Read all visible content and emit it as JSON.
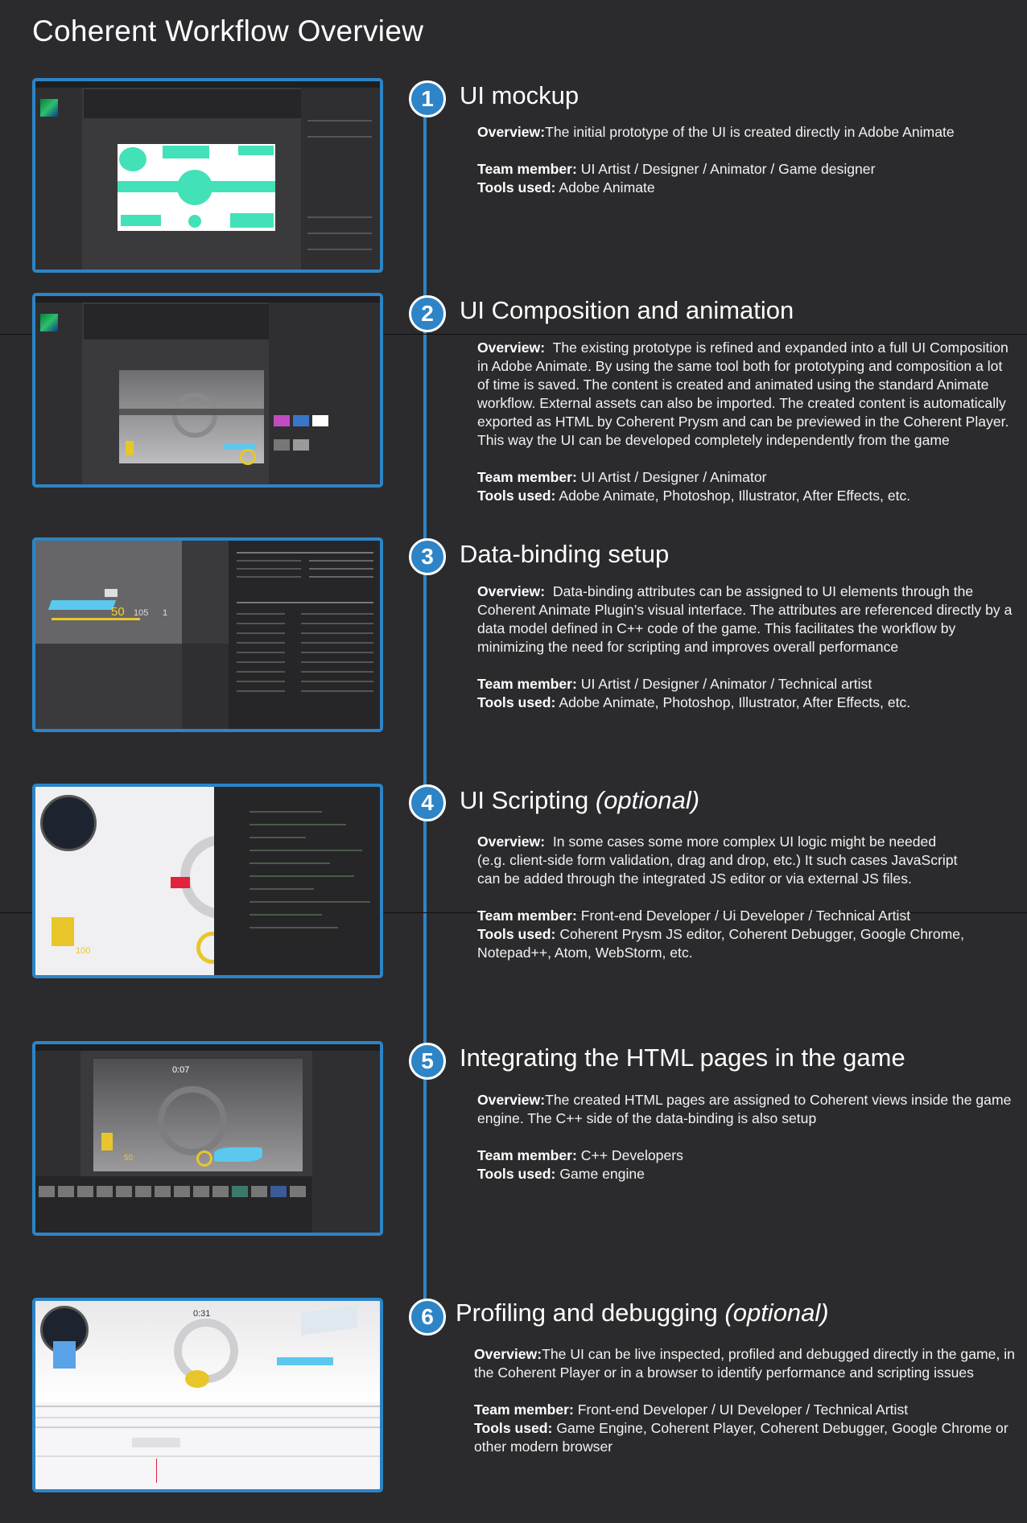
{
  "page": {
    "title": "Coherent  Workflow Overview"
  },
  "labels": {
    "overview": "Overview:",
    "team_member": "Team member:",
    "tools_used": "Tools used:"
  },
  "colors": {
    "accent": "#2d84c6",
    "background": "#2b2b2d",
    "mockup_shapes": "#43e1b7"
  },
  "steps": [
    {
      "number": "1",
      "title": "UI mockup",
      "title_suffix": "",
      "overview": "The initial prototype of the UI is created directly in Adobe Animate",
      "team_member": "UI Artist / Designer / Animator / Game designer",
      "tools_used": "Adobe Animate"
    },
    {
      "number": "2",
      "title": "UI Composition and animation",
      "title_suffix": "",
      "overview": "The existing prototype is refined and expanded into a full UI Composition in Adobe Animate. By using the same tool both for prototyping and composition a lot of time is saved. The content is created and animated using the standard Animate workflow. External assets can also be imported. The created content is automatically exported as HTML by Coherent Prysm and can be previewed in the Coherent Player. This way the UI can be developed completely independently from the game",
      "team_member": "UI Artist / Designer / Animator",
      "tools_used": "Adobe Animate, Photoshop, Illustrator, After Effects, etc."
    },
    {
      "number": "3",
      "title": "Data-binding setup",
      "title_suffix": "",
      "overview": "Data-binding attributes can be assigned to UI elements through the Coherent Animate Plugin’s visual interface. The attributes are referenced directly by a data model defined in C++ code of the game. This facilitates the workflow by minimizing the need for scripting and improves overall performance",
      "team_member": "UI Artist / Designer / Animator / Technical artist",
      "tools_used": "Adobe Animate, Photoshop, Illustrator, After Effects, etc."
    },
    {
      "number": "4",
      "title": "UI Scripting",
      "title_suffix": "(optional)",
      "overview": "In some cases some more complex UI logic might be needed (e.g. client-side form validation, drag and drop, etc.) It such cases JavaScript can  be added through the integrated JS editor or via external JS files.",
      "team_member": "Front-end Developer / Ui Developer / Technical Artist",
      "tools_used": "Coherent Prysm JS editor, Coherent Debugger, Google Chrome, Notepad++, Atom, WebStorm, etc."
    },
    {
      "number": "5",
      "title": "Integrating the HTML pages in the game",
      "title_suffix": "",
      "overview": "The created HTML pages are assigned to Coherent views inside the game engine. The C++ side of the data-binding is also setup",
      "team_member": "C++ Developers",
      "tools_used": "Game engine"
    },
    {
      "number": "6",
      "title": "Profiling and debugging",
      "title_suffix": "(optional)",
      "overview": "The UI can be live inspected, profiled and debugged directly in the game, in the Coherent Player or in a browser to identify performance and scripting issues",
      "team_member": "Front-end Developer / UI Developer / Technical Artist",
      "tools_used": "Game Engine, Coherent Player, Coherent Debugger, Google Chrome or other modern browser"
    }
  ],
  "screenshots": {
    "s3": {
      "ammo": "50",
      "reserve": "105",
      "count": "1"
    },
    "s4": {
      "ammo": "100"
    },
    "s5": {
      "ammo": "50",
      "timer": "0:07"
    },
    "s6": {
      "timer": "0:31"
    }
  }
}
